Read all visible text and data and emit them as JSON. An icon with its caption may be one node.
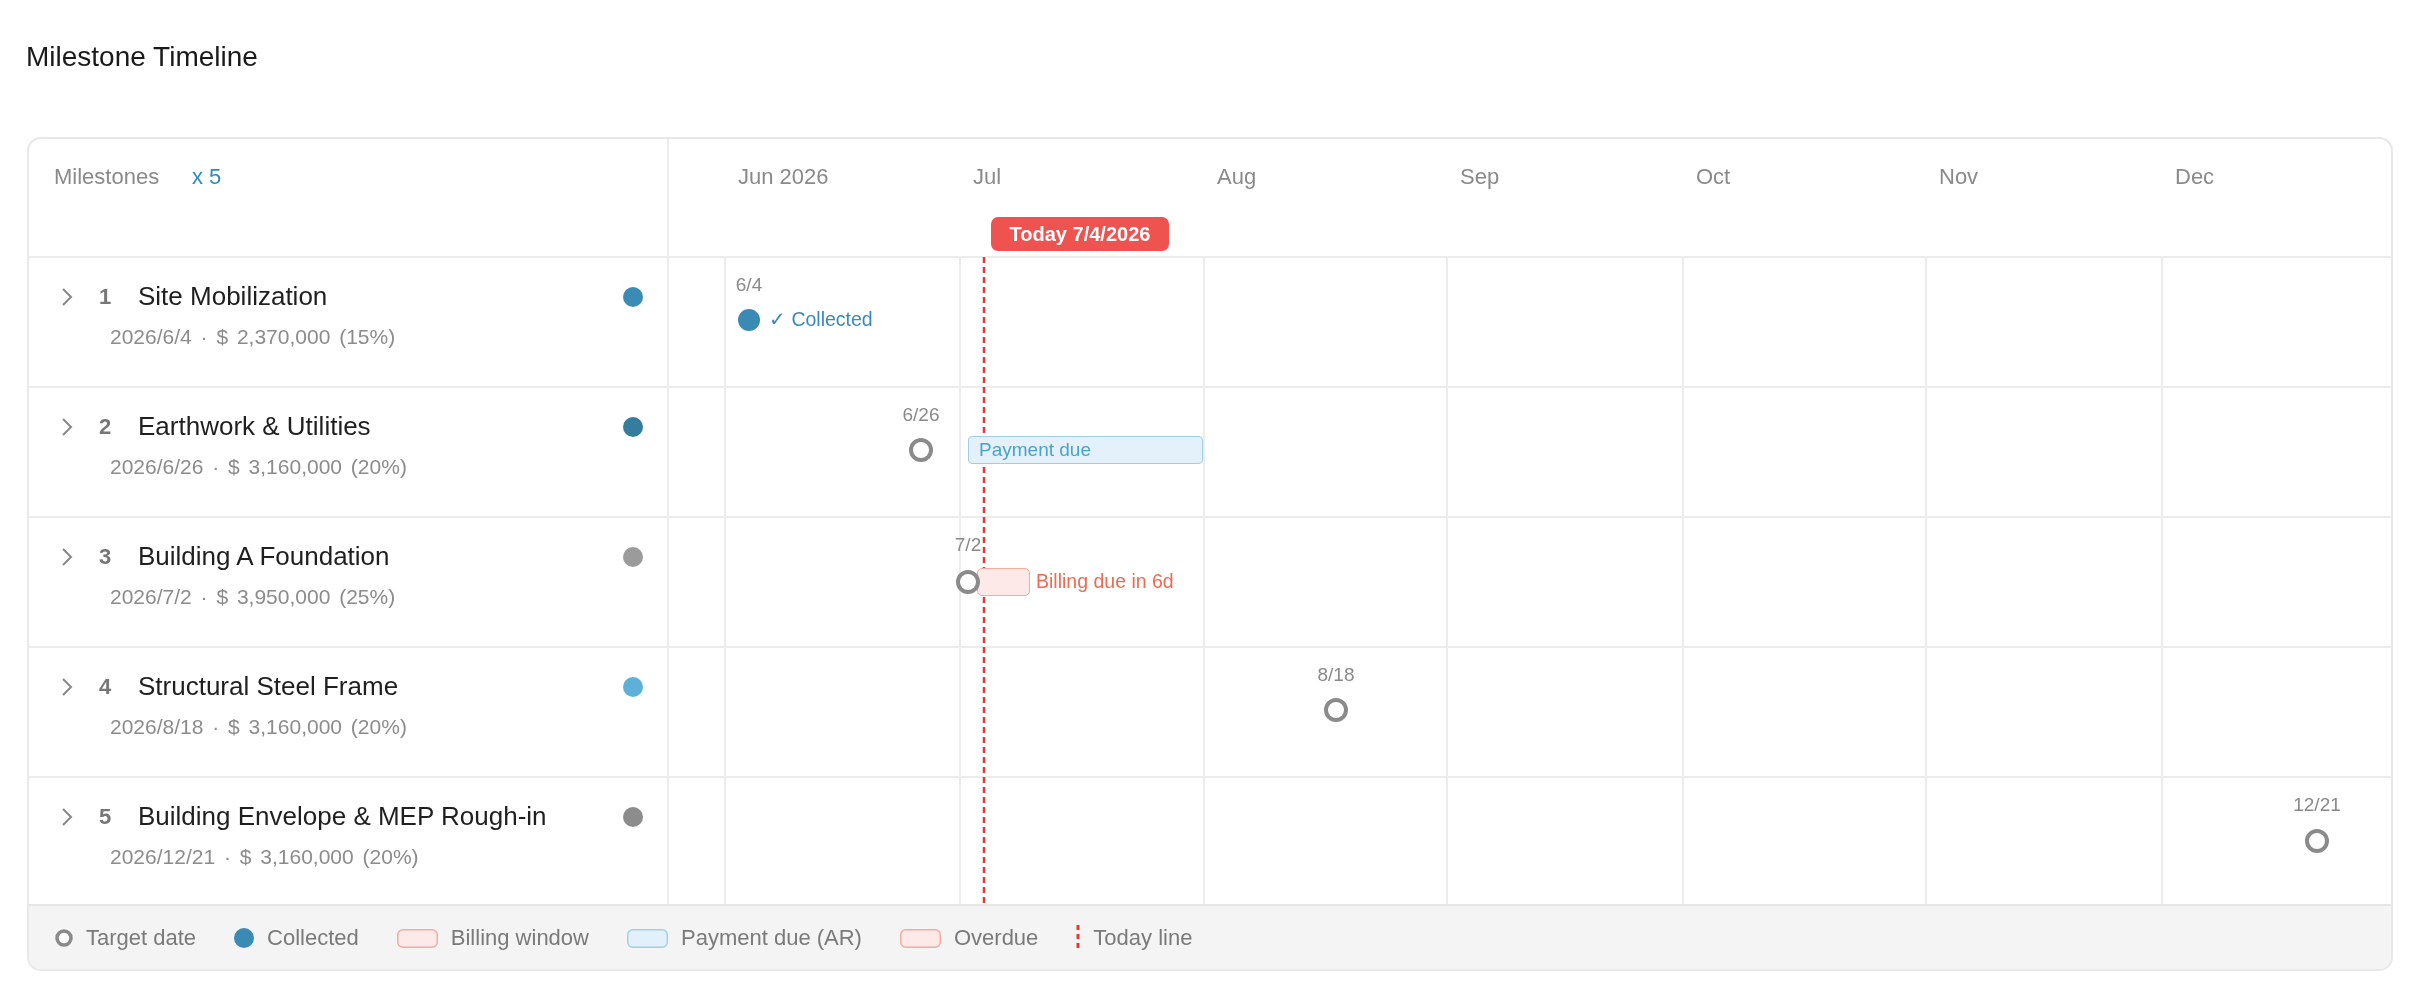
{
  "diagram": {
    "title": "Milestone Timeline",
    "nodes": [
      {
        "text": [
          "Today 7/4/2026"
        ]
      },
      {
        "text": [
          "Payment due"
        ]
      },
      {
        "text": [],
        "shape": "box",
        "beside": [
          "Billing due in 6d"
        ]
      }
    ],
    "labels": [
      "Milestones",
      "x 5",
      "Jun 2026",
      "Jul",
      "Aug",
      "Sep",
      "Oct",
      "Nov",
      "Dec",
      "1",
      "Site Mobilization",
      "2026/6/4 · $ 2,370,000 (15%)",
      "6/4",
      "✓ Collected",
      "2",
      "Earthwork & Utilities",
      "2026/6/26 · $ 3,160,000 (20%)",
      "6/26",
      "3",
      "Building A Foundation",
      "2026/7/2 · $ 3,950,000 (25%)",
      "7/2",
      "4",
      "Structural Steel Frame",
      "2026/8/18 · $ 3,160,000 (20%)",
      "8/18",
      "5",
      "Building Envelope & MEP Rough-in",
      "2026/12/21 · $ 3,160,000 (20%)",
      "12/21"
    ],
    "legend": [
      {
        "text": "Target date"
      },
      {
        "text": "Collected",
        "color": "#3a8ab5"
      },
      {
        "text": "Billing window",
        "color": "#fde9e7"
      },
      {
        "text": "Payment due (AR)",
        "color": "#e3f0fb"
      },
      {
        "text": "Overdue",
        "color": "#fde9e7"
      },
      {
        "text": "Today line"
      }
    ]
  }
}
